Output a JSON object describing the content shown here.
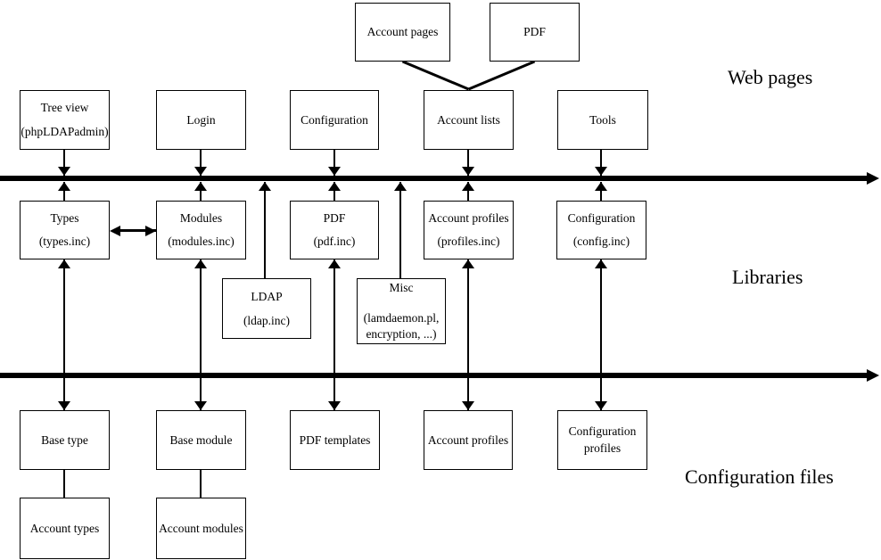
{
  "sections": {
    "web_pages": "Web pages",
    "libraries": "Libraries",
    "configuration_files": "Configuration files"
  },
  "boxes": {
    "account_pages": {
      "label": "Account pages"
    },
    "pdf_page": {
      "label": "PDF"
    },
    "tree_view": {
      "label": "Tree view",
      "sublabel": "(phpLDAPadmin)"
    },
    "login": {
      "label": "Login"
    },
    "configuration_page": {
      "label": "Configuration"
    },
    "account_lists": {
      "label": "Account lists"
    },
    "tools": {
      "label": "Tools"
    },
    "types": {
      "label": "Types",
      "sublabel": "(types.inc)"
    },
    "modules": {
      "label": "Modules",
      "sublabel": "(modules.inc)"
    },
    "pdf_lib": {
      "label": "PDF",
      "sublabel": "(pdf.inc)"
    },
    "account_profiles_lib": {
      "label": "Account profiles",
      "sublabel": "(profiles.inc)"
    },
    "configuration_lib": {
      "label": "Configuration",
      "sublabel": "(config.inc)"
    },
    "ldap": {
      "label": "LDAP",
      "sublabel": "(ldap.inc)"
    },
    "misc": {
      "label": "Misc",
      "sublabel_line1": "(lamdaemon.pl,",
      "sublabel_line2": "encryption, ...)"
    },
    "base_type": {
      "label": "Base type"
    },
    "base_module": {
      "label": "Base module"
    },
    "pdf_templates": {
      "label": "PDF templates"
    },
    "account_profiles_files": {
      "label": "Account profiles"
    },
    "configuration_profiles": {
      "label_line1": "Configuration",
      "label_line2": "profiles"
    },
    "account_types": {
      "label": "Account types"
    },
    "account_modules": {
      "label": "Account modules"
    }
  },
  "colors": {
    "line": "#000000",
    "box_border": "#000000",
    "background": "#ffffff",
    "text": "#000000"
  }
}
